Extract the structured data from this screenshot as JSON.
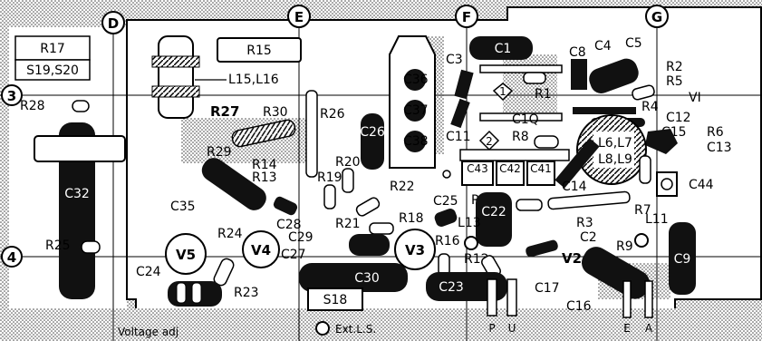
{
  "grid": {
    "cols": [
      "D",
      "E",
      "F",
      "G"
    ],
    "rows": [
      "3",
      "4"
    ]
  },
  "labels": {
    "R17": "R17",
    "S19S20": "S19,S20",
    "R28": "R28",
    "C32": "C32",
    "R25": "R25",
    "R15": "R15",
    "L15L16": "L15,L16",
    "R27": "R27",
    "R30": "R30",
    "R26": "R26",
    "R29": "R29",
    "C26": "C26",
    "R14": "R14",
    "R13": "R13",
    "R20": "R20",
    "R19": "R19",
    "C35": "C35",
    "C28": "C28",
    "R22": "R22",
    "R21": "R21",
    "R18": "R18",
    "C29": "C29",
    "C27": "C27",
    "V5": "V5",
    "V4": "V4",
    "R24": "R24",
    "C24": "C24",
    "R23": "R23",
    "C30": "C30",
    "S18": "S18",
    "voltage_adj": "Voltage adj",
    "ext_ls": "Ext.L.S.",
    "C36": "C36",
    "C37": "C37",
    "C38": "C38",
    "C3": "C3",
    "C11": "C11",
    "C1": "C1",
    "R1": "R1",
    "mark1": "1",
    "mark2": "2",
    "C10": "C1Q",
    "R8": "R8",
    "C43": "C43",
    "C42": "C42",
    "C41": "C41",
    "C25": "C25",
    "R10": "R10",
    "C22": "C22",
    "L13": "L13",
    "R16": "R16",
    "V3": "V3",
    "R12": "R12",
    "C23": "C23",
    "P": "P",
    "U": "U",
    "C8": "C8",
    "C4": "C4",
    "C5": "C5",
    "R2": "R2",
    "R5": "R5",
    "VI": "VI",
    "R4": "R4",
    "C12": "C12",
    "C15": "C15",
    "R6": "R6",
    "C13": "C13",
    "L6L7": "L6,L7",
    "L8L9": "L8,L9",
    "C14": "C14",
    "C44": "C44",
    "R7": "R7",
    "R3": "R3",
    "C2": "C2",
    "V2": "V2",
    "L11": "L11",
    "R9": "R9",
    "C9": "C9",
    "C17": "C17",
    "C16": "C16",
    "E": "E",
    "A": "A"
  }
}
